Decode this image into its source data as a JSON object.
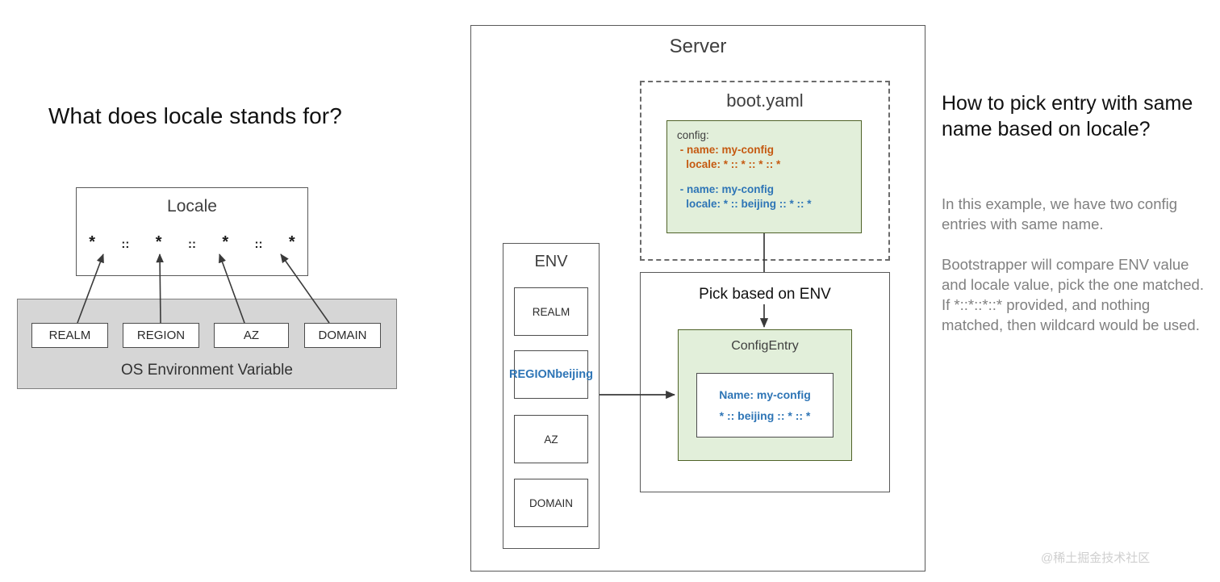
{
  "left": {
    "title": "What does locale stands for?",
    "locale_box_label": "Locale",
    "locale_pattern": [
      "*",
      "::",
      "*",
      "::",
      "*",
      "::",
      "*"
    ],
    "os_panel_label": "OS Environment Variable",
    "env_vars": [
      "REALM",
      "REGION",
      "AZ",
      "DOMAIN"
    ]
  },
  "server": {
    "label": "Server",
    "bootyaml": {
      "label": "boot.yaml",
      "lines": [
        {
          "text": "config:",
          "style": "plain"
        },
        {
          "text": " - name: my-config",
          "style": "orange"
        },
        {
          "text": "   locale: * :: * :: * :: *",
          "style": "orange"
        },
        {
          "text": " - name: my-config",
          "style": "blue"
        },
        {
          "text": "   locale: * :: beijing :: * :: *",
          "style": "blue"
        }
      ]
    },
    "pick_label": "Pick based on ENV",
    "config_entry": {
      "label": "ConfigEntry",
      "name_line": "Name: my-config",
      "locale_line": "* :: beijing :: * :: *"
    },
    "env": {
      "label": "ENV",
      "cells": [
        {
          "name": "REALM",
          "value": ""
        },
        {
          "name": "REGION",
          "value": "beijing"
        },
        {
          "name": "AZ",
          "value": ""
        },
        {
          "name": "DOMAIN",
          "value": ""
        }
      ]
    }
  },
  "right": {
    "heading": "How to pick entry with same name based on locale?",
    "body1": "In this example, we have two config entries with same name.",
    "body2": "Bootstrapper will compare ENV value and locale value, pick the one matched. If *::*::*::* provided, and nothing matched, then wildcard would be used."
  },
  "watermark": "@稀土掘金技术社区",
  "colors": {
    "orange": "#c55a11",
    "blue": "#2e75b6",
    "green_fill": "#e2efda",
    "green_border": "#4f6228",
    "gray_panel": "#d6d6d6",
    "body_text": "#808080"
  }
}
